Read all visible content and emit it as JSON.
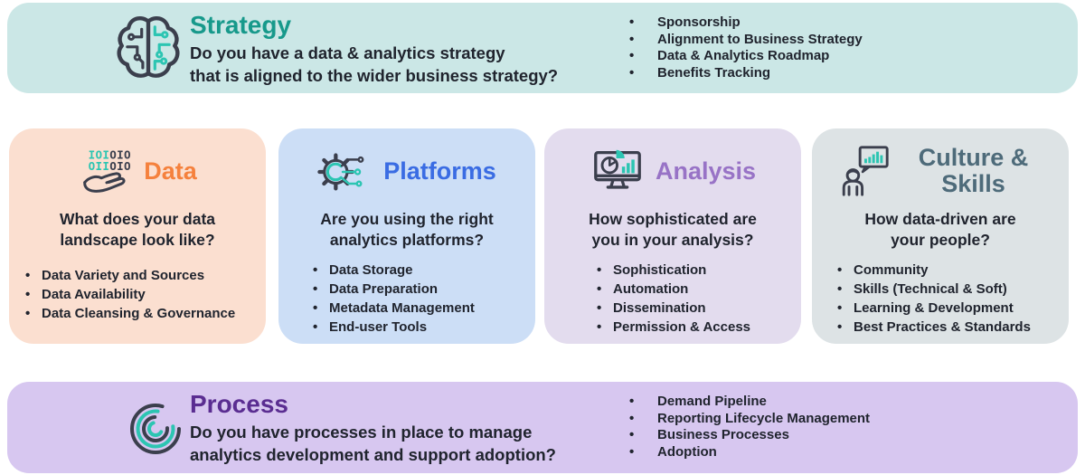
{
  "colors": {
    "text": "#20242e",
    "icon_dark": "#3b3f4d",
    "accent_teal": "#2cc5b2",
    "strategy_bg": "#cbe7e6",
    "strategy_accent": "#17998b",
    "data_bg": "#fbdfd0",
    "data_accent": "#f5813d",
    "platforms_bg": "#ccdef6",
    "platforms_accent": "#3a6ce3",
    "analysis_bg": "#e3dcee",
    "analysis_accent": "#9873c6",
    "culture_bg": "#dde3e5",
    "culture_accent": "#4e6b7a",
    "process_bg": "#d7c7f0",
    "process_accent": "#5a2d91"
  },
  "strategy": {
    "title": "Strategy",
    "icon": "brain-circuit-icon",
    "description_lines": [
      "Do you have a data & analytics strategy",
      "that is aligned to the wider business strategy?"
    ],
    "bullets": [
      "Sponsorship",
      "Alignment to Business Strategy",
      "Data & Analytics Roadmap",
      "Benefits Tracking"
    ]
  },
  "cards": [
    {
      "title": "Data",
      "icon": "binary-hand-icon",
      "question_lines": [
        "What does your data",
        "landscape look like?"
      ],
      "bullets": [
        "Data Variety and Sources",
        "Data Availability",
        "Data Cleansing & Governance"
      ]
    },
    {
      "title": "Platforms",
      "icon": "gear-circuit-icon",
      "question_lines": [
        "Are you using the right",
        "analytics platforms?"
      ],
      "bullets": [
        "Data Storage",
        "Data Preparation",
        "Metadata Management",
        "End-user Tools"
      ]
    },
    {
      "title": "Analysis",
      "icon": "monitor-charts-icon",
      "question_lines": [
        "How sophisticated are",
        "you in your analysis?"
      ],
      "bullets": [
        "Sophistication",
        "Automation",
        "Dissemination",
        "Permission & Access"
      ]
    },
    {
      "title": "Culture & Skills",
      "icon": "presenter-chart-icon",
      "question_lines": [
        "How data-driven are",
        "your people?"
      ],
      "bullets": [
        "Community",
        "Skills (Technical & Soft)",
        "Learning & Development",
        "Best Practices & Standards"
      ]
    }
  ],
  "process": {
    "title": "Process",
    "icon": "spiral-arcs-icon",
    "description_lines": [
      "Do you have processes in place to manage",
      "analytics development and support adoption?"
    ],
    "bullets": [
      "Demand Pipeline",
      "Reporting Lifecycle Management",
      "Business Processes",
      "Adoption"
    ]
  },
  "data_icon_binary": {
    "row1_teal": "IOI",
    "row1_dark": "OIO",
    "row2_teal": "OII",
    "row2_dark": "OIO"
  }
}
